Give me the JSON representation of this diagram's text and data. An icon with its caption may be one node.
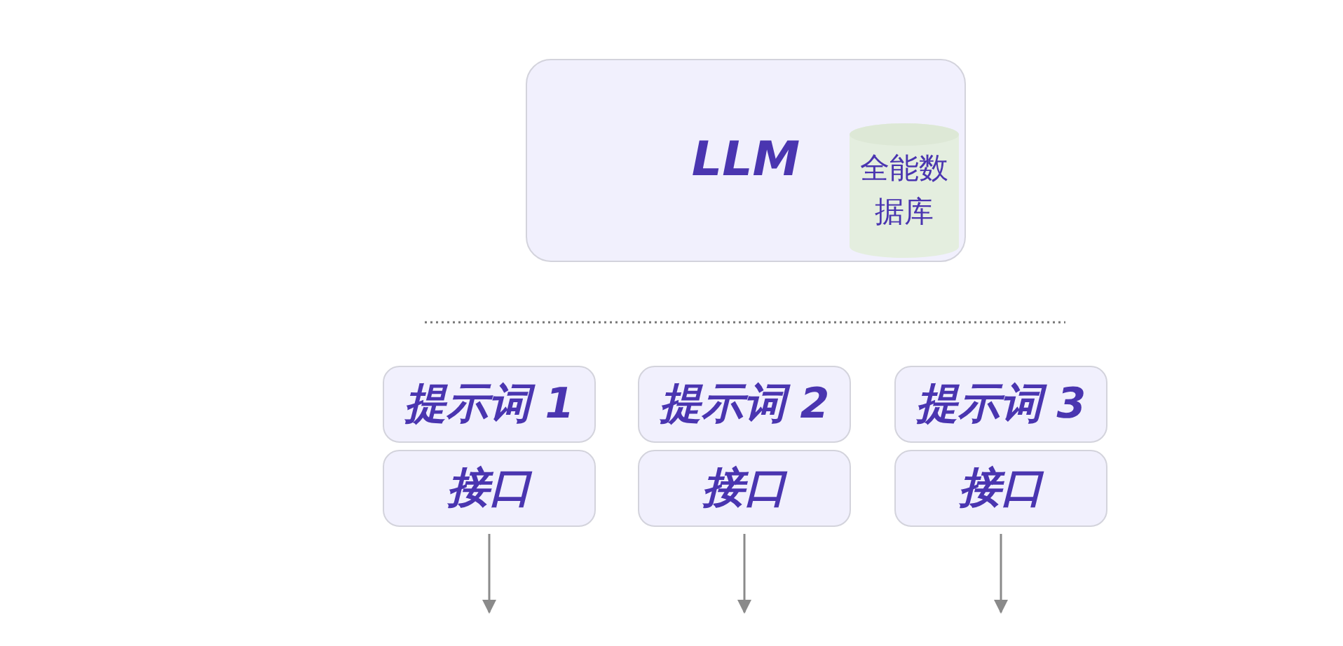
{
  "diagram": {
    "nodes": [
      {
        "text": [
          "LLM"
        ]
      },
      {
        "text": [
          "全能数据库"
        ],
        "in": 0
      },
      {
        "text": [
          "提示词 1"
        ]
      },
      {
        "text": [
          "提示词 2"
        ]
      },
      {
        "text": [
          "提示词 3"
        ]
      },
      {
        "text": [
          "接口"
        ]
      },
      {
        "text": [
          "接口"
        ]
      },
      {
        "text": [
          "接口"
        ]
      }
    ],
    "edges": [
      {
        "from": 5,
        "to": null,
        "arrow": "to"
      },
      {
        "from": 6,
        "to": null,
        "arrow": "to"
      },
      {
        "from": 7,
        "to": null,
        "arrow": "to"
      }
    ]
  }
}
